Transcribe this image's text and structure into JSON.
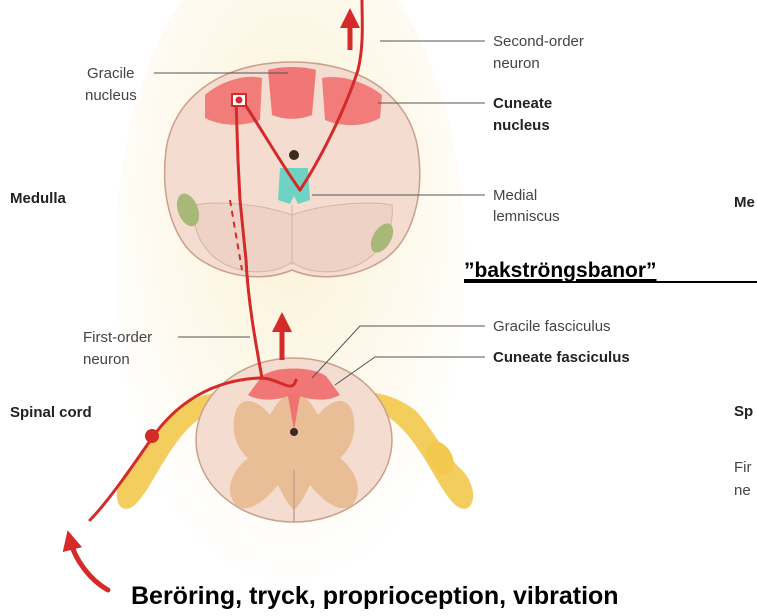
{
  "labels": {
    "second_order_neuron": [
      "Second-order",
      "neuron"
    ],
    "gracile_nucleus": [
      "Gracile",
      "nucleus"
    ],
    "cuneate_nucleus": [
      "Cuneate",
      "nucleus"
    ],
    "medial_lemniscus": [
      "Medial",
      "lemniscus"
    ],
    "medulla": "Medulla",
    "first_order_neuron": [
      "First-order",
      "neuron"
    ],
    "gracile_fasciculus": "Gracile fasciculus",
    "cuneate_fasciculus": "Cuneate fasciculus",
    "spinal_cord": "Spinal cord"
  },
  "cut_off_labels": {
    "medulla_right": "Me",
    "spinal_right": "Sp",
    "first_right_1": "Fir",
    "first_right_2": "ne"
  },
  "overlay_title": "”bakströngsbanor”",
  "caption": "Beröring, tryck, proprioception, vibration",
  "colors": {
    "tract_red": "#d42a2a",
    "nucleus_pink": "#f06b6b",
    "lemniscus_teal": "#6fd3c4",
    "medulla_tissue": "#f4dcd0",
    "gray_matter": "#e8b98f",
    "nerve_yellow": "#f2c94c",
    "halo": "#fbf1d4"
  }
}
